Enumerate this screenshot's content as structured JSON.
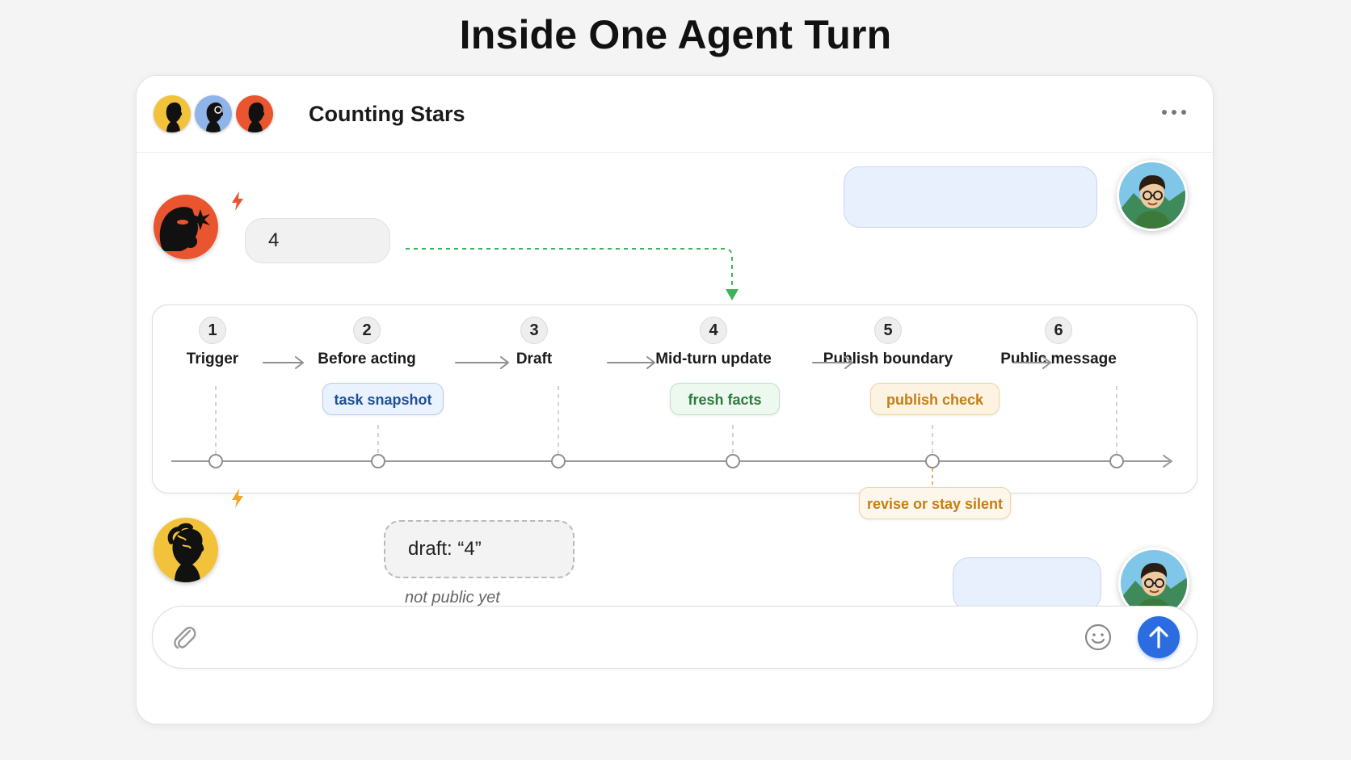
{
  "page": {
    "title": "Inside One Agent Turn"
  },
  "channel": {
    "title": "Counting Stars"
  },
  "header_avatars": [
    {
      "icon": "agent-yellow-profile-icon",
      "color": "#f2c23a"
    },
    {
      "icon": "agent-blue-profile-icon",
      "color": "#8fb4ea"
    },
    {
      "icon": "agent-red-profile-icon",
      "color": "#e8552e"
    }
  ],
  "messages": {
    "agent_red_reply": "4",
    "draft": "draft: “4”",
    "draft_note": "not public yet"
  },
  "pipeline": {
    "steps": [
      {
        "number": "1",
        "label": "Trigger"
      },
      {
        "number": "2",
        "label": "Before acting"
      },
      {
        "number": "3",
        "label": "Draft"
      },
      {
        "number": "4",
        "label": "Mid-turn update"
      },
      {
        "number": "5",
        "label": "Publish boundary"
      },
      {
        "number": "6",
        "label": "Public message"
      }
    ],
    "chips": {
      "task_snapshot": "task snapshot",
      "fresh_facts": "fresh facts",
      "publish_check": "publish check",
      "revise": "revise or stay silent"
    }
  },
  "colors": {
    "accent_blue": "#2b6de0",
    "green_arrow": "#3cb55a",
    "amber": "#e09a2a",
    "agent_red": "#e8552e",
    "agent_yellow": "#f2c23a"
  },
  "composer": {
    "placeholder": ""
  }
}
